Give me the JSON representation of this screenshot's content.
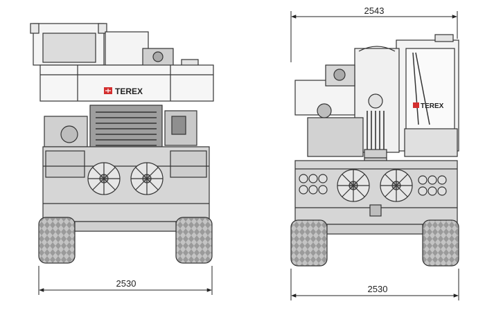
{
  "diagram": {
    "front_view": {
      "brand": "TEREX",
      "width_label": "2530"
    },
    "rear_view": {
      "brand": "TEREX",
      "top_width_label": "2543",
      "bottom_width_label": "2530"
    }
  },
  "colors": {
    "body_fill": "#d9d9d9",
    "light_fill": "#f2f2f2",
    "outline": "#333333",
    "tire_fill": "#bdbdbd",
    "logo_red": "#d32f2f"
  }
}
